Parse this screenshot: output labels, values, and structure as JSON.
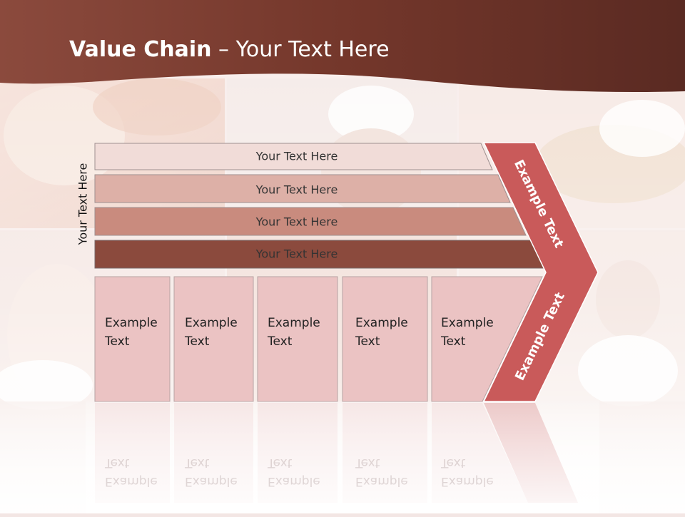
{
  "slide": {
    "title_bold": "Value Chain",
    "title_rest": " – Your Text Here",
    "side_label": "Your Text Here"
  },
  "bars": [
    {
      "label": "Your Text Here",
      "color": "#f1dcd8"
    },
    {
      "label": "Your Text Here",
      "color": "#ddb0a7"
    },
    {
      "label": "Your Text Here",
      "color": "#c98b7e"
    },
    {
      "label": "Your Text Here",
      "color": "#8b4a3d"
    }
  ],
  "boxes": [
    {
      "line1": "Example",
      "line2": "Text"
    },
    {
      "line1": "Example",
      "line2": "Text"
    },
    {
      "line1": "Example",
      "line2": "Text"
    },
    {
      "line1": "Example",
      "line2": "Text"
    },
    {
      "line1": "Example",
      "line2": "Text"
    }
  ],
  "arrow": {
    "upper_label": "Example Text",
    "lower_label": "Example Text",
    "color": "#c95a5a"
  },
  "colors": {
    "header": "#7a3e32",
    "box_fill": "#ebc3c3",
    "box_border": "#b7a3a3"
  }
}
